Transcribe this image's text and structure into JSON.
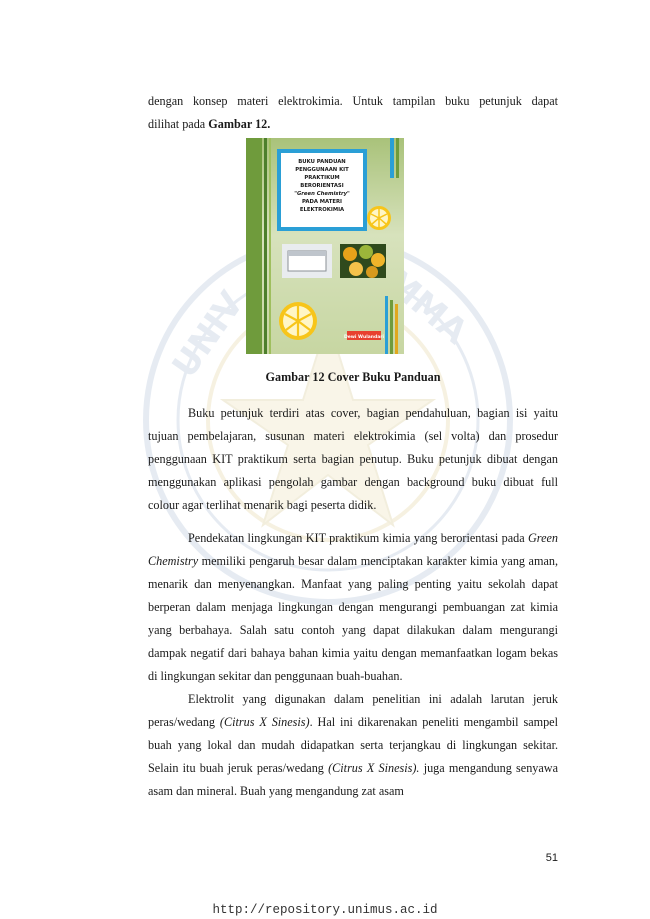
{
  "document": {
    "intro_line1": "dengan konsep materi elektrokimia. Untuk tampilan buku petunjuk dapat",
    "intro_line2_prefix": "dilihat pada ",
    "intro_line2_bold": "Gambar 12.",
    "cover": {
      "title_lines": [
        "BUKU PANDUAN",
        "PENGGUNAAN KIT",
        "PRAKTIKUM",
        "BERORIENTASI",
        "\"Green Chemistry\"",
        "PADA MATERI",
        "ELEKTROKIMIA"
      ],
      "author_label": "Dewi Wulandari",
      "colors": {
        "background": "#c7d6a2",
        "spine": "#6f9b3c",
        "frame": "#2a9fd6",
        "label": "#e8402f"
      }
    },
    "caption": "Gambar 12 Cover Buku Panduan",
    "paragraph1": "Buku petunjuk terdiri atas cover, bagian pendahuluan, bagian isi yaitu tujuan pembelajaran, susunan materi elektrokimia (sel volta) dan prosedur penggunaan KIT praktikum serta bagian penutup. Buku petunjuk dibuat dengan menggunakan aplikasi pengolah gambar dengan background buku dibuat full colour agar terlihat menarik bagi peserta didik.",
    "paragraph2_start": "Pendekatan lingkungan KIT praktikum kimia yang berorientasi pada ",
    "paragraph2_italic": "Green Chemistry",
    "paragraph2_rest": " memiliki pengaruh besar dalam menciptakan karakter kimia yang aman, menarik dan menyenangkan. Manfaat yang paling penting yaitu sekolah dapat berperan dalam menjaga lingkungan dengan mengurangi pembuangan zat kimia yang berbahaya. Salah satu contoh yang dapat dilakukan dalam mengurangi dampak negatif dari bahaya bahan kimia yaitu dengan memanfaatkan logam bekas di lingkungan sekitar dan penggunaan buah-buahan.",
    "paragraph3_start": "Elektrolit yang digunakan dalam penelitian ini adalah larutan jeruk peras/wedang ",
    "paragraph3_italic1": "(Citrus X Sinesis)",
    "paragraph3_mid": ". Hal ini dikarenakan peneliti mengambil sampel buah yang lokal dan mudah didapatkan serta terjangkau di lingkungan sekitar. Selain itu buah jeruk peras/wedang ",
    "paragraph3_italic2": "(Citrus X Sinesis).",
    "paragraph3_end": "  juga mengandung senyawa asam dan mineral. Buah yang mengandung zat asam",
    "page_number": "51",
    "footer_url": "http://repository.unimus.ac.id"
  }
}
